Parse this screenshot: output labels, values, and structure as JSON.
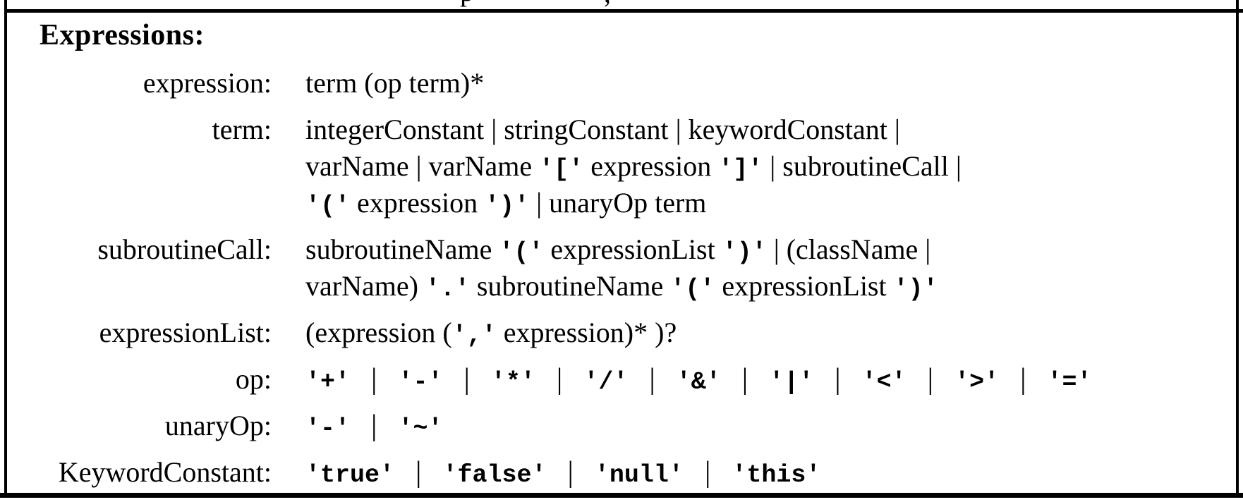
{
  "figure": {
    "title": "Expressions:",
    "colors": {
      "ink": "#000000",
      "background": "#ffffff"
    },
    "cropped_line_fragments": [
      {
        "glyph": "p"
      },
      {
        "glyph": ","
      }
    ],
    "rules": [
      {
        "label": "expression:",
        "lines": [
          [
            {
              "f": "serif",
              "t": "term (op term)*"
            }
          ]
        ]
      },
      {
        "label": "term:",
        "lines": [
          [
            {
              "f": "serif",
              "t": "integerConstant | stringConstant | keywordConstant |"
            }
          ],
          [
            {
              "f": "serif",
              "t": "varName | varName "
            },
            {
              "f": "mono",
              "t": "'['"
            },
            {
              "f": "serif",
              "t": " expression "
            },
            {
              "f": "mono",
              "t": "']'"
            },
            {
              "f": "serif",
              "t": " | subroutineCall |"
            }
          ],
          [
            {
              "f": "mono",
              "t": "'('"
            },
            {
              "f": "serif",
              "t": " expression "
            },
            {
              "f": "mono",
              "t": "')'"
            },
            {
              "f": "serif",
              "t": " | unaryOp term"
            }
          ]
        ]
      },
      {
        "label": "subroutineCall:",
        "lines": [
          [
            {
              "f": "serif",
              "t": "subroutineName "
            },
            {
              "f": "mono",
              "t": "'('"
            },
            {
              "f": "serif",
              "t": " expressionList "
            },
            {
              "f": "mono",
              "t": "')'"
            },
            {
              "f": "serif",
              "t": " | (className |"
            }
          ],
          [
            {
              "f": "serif",
              "t": "varName) "
            },
            {
              "f": "mono",
              "t": "'.'"
            },
            {
              "f": "serif",
              "t": " subroutineName "
            },
            {
              "f": "mono",
              "t": "'('"
            },
            {
              "f": "serif",
              "t": " expressionList "
            },
            {
              "f": "mono",
              "t": "')'"
            }
          ]
        ]
      },
      {
        "label": "expressionList:",
        "lines": [
          [
            {
              "f": "serif",
              "t": "(expression ("
            },
            {
              "f": "mono",
              "t": "','"
            },
            {
              "f": "serif",
              "t": " expression)* )?"
            }
          ]
        ]
      },
      {
        "label": "op:",
        "lines": [
          [
            {
              "f": "mono",
              "t": "'+'"
            },
            {
              "f": "sep",
              "t": "|"
            },
            {
              "f": "mono",
              "t": "'-'"
            },
            {
              "f": "sep",
              "t": "|"
            },
            {
              "f": "mono",
              "t": "'*'"
            },
            {
              "f": "sep",
              "t": "|"
            },
            {
              "f": "mono",
              "t": "'/'"
            },
            {
              "f": "sep",
              "t": "|"
            },
            {
              "f": "mono",
              "t": "'&'"
            },
            {
              "f": "sep",
              "t": "|"
            },
            {
              "f": "mono",
              "t": "'|'"
            },
            {
              "f": "sep",
              "t": "|"
            },
            {
              "f": "mono",
              "t": "'<'"
            },
            {
              "f": "sep",
              "t": "|"
            },
            {
              "f": "mono",
              "t": "'>'"
            },
            {
              "f": "sep",
              "t": "|"
            },
            {
              "f": "mono",
              "t": "'='"
            }
          ]
        ]
      },
      {
        "label": "unaryOp:",
        "lines": [
          [
            {
              "f": "mono",
              "t": "'-'"
            },
            {
              "f": "sep",
              "t": "|"
            },
            {
              "f": "mono",
              "t": "'~'"
            }
          ]
        ]
      },
      {
        "label": "KeywordConstant:",
        "lines": [
          [
            {
              "f": "mono",
              "t": "'true'"
            },
            {
              "f": "sep",
              "t": "|"
            },
            {
              "f": "mono",
              "t": "'false'"
            },
            {
              "f": "sep",
              "t": "|"
            },
            {
              "f": "mono",
              "t": "'null'"
            },
            {
              "f": "sep",
              "t": "|"
            },
            {
              "f": "mono",
              "t": "'this'"
            }
          ]
        ]
      }
    ]
  }
}
